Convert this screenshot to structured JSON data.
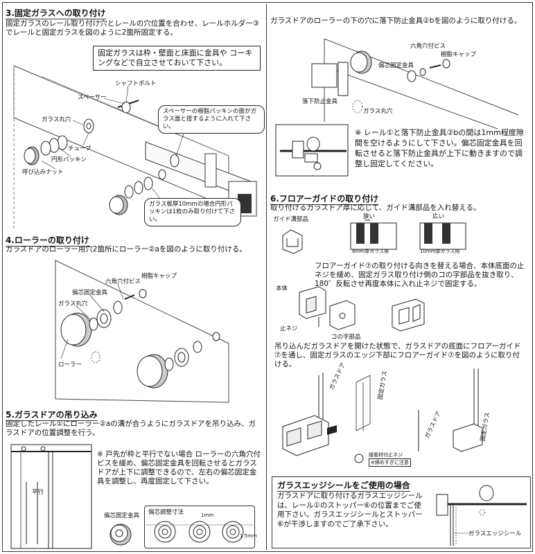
{
  "sec3": {
    "title": "3.固定ガラスへの取り付け",
    "desc": "固定ガラスのレール取り付け穴とレールの穴位置を合わせ、レールホルダー③でレールと固定ガラスを図のように2箇所固定する。",
    "note": "固定ガラスは枠・壁面と床面に金具や コーキングなどで自立させておいて下さい。",
    "labels": {
      "shaft_bolt": "シャフトボルト",
      "spacer": "スペーサー",
      "glass_hole": "ガラス丸穴",
      "tube": "チューブ",
      "round_packing": "円形パッキン",
      "nut": "呼び込みナット"
    },
    "bubble1": "スペーサーの樹脂パッキンの面がガラス面と接するように入れて下さい。",
    "bubble2": "ガラス板厚10mmの場合円形パッキンは1枚のみ取り付けて下さい。"
  },
  "sec4": {
    "title": "4.ローラーの取り付け",
    "desc": "ガラスドアのローラー用穴2箇所にローラー②aを図のように取り付ける。",
    "labels": {
      "hex_screw": "六角穴付ビス",
      "resin_cap": "樹脂キャップ",
      "eccentric": "偏芯固定金具",
      "glass_hole": "ガラス丸穴",
      "roller": "ローラー"
    }
  },
  "sec5": {
    "title": "5.ガラスドアの吊り込み",
    "desc": "固定したレール①にローラー②aの溝が合うようにガラスドアを吊り込み、ガラスドアの位置調整を行う。",
    "parallel": "平行",
    "note": "※ 戸先が枠と平行でない場合 ローラーの六角穴付ビスを緩め、偏芯固定金具を回転させるとガラスドアが上下に調整できるので、左右の偏芯固定金具を調整し、再度固定して下さい。",
    "eccentric_label": "偏芯固定金具",
    "adjust_label": "偏芯調整寸法",
    "dim1": "1mm",
    "dim2": "1.5mm"
  },
  "sec_right_top": {
    "desc": "ガラスドアのローラーの下の穴に落下防止金具②bを図のように取り付ける。",
    "labels": {
      "hex_screw": "六角穴付ビス",
      "resin_cap": "樹脂キャップ",
      "eccentric": "偏芯固定金具",
      "anti_fall": "落下防止金具",
      "glass_hole": "ガラス丸穴"
    },
    "note": "※ レール①と落下防止金具②bの間は1mm程度隙間を空けるようにして下さい。偏芯固定金具を回転させると落下防止金具が上下に動きますので調整し固定してください。"
  },
  "sec6": {
    "title": "6.フロアーガイドの取り付け",
    "desc": "取り付けるガラスドア厚に応じて、ガイド溝部品を入れ替える。",
    "guide_part": "ガイド溝部品",
    "narrow": "狭い",
    "wide": "広い",
    "glass8": "8mm厚ガラス用",
    "glass10": "10mm厚ガラス用",
    "direction": "フロアーガイド⑦の取り付ける向きを替える場合、本体底面の止ネジを緩め、固定ガラス取り付け側のコの字部品を抜き取り、180゜反転させ再度本体に入れ止ネジで固定する。",
    "body": "本体",
    "stop_screw": "止ネジ",
    "u_part": "コの字部品",
    "hang": "吊り込んだガラスドアを開けた状態で、ガラスドアの底面にフロアーガイド⑦を通し、固定ガラスのエッジ下部にフロアーガイド⑦を図のように取り付ける。",
    "glass_door": "ガラスドア",
    "fixed_glass": "固定ガラス",
    "buffer_screw": "緩衝材付止ネジ",
    "tighten_note": "※締めすぎに注意"
  },
  "edge_seal": {
    "title": "ガラスエッジシールをご使用の場合",
    "text": "ガラスドアに取り付けるガラスエッジシールは、レール①のストッパー⑥の位置までご使用下さい。ガラスエッジシールとストッパー⑥が干渉しますのでご了承下さい。",
    "label": "ガラスエッジシール"
  }
}
